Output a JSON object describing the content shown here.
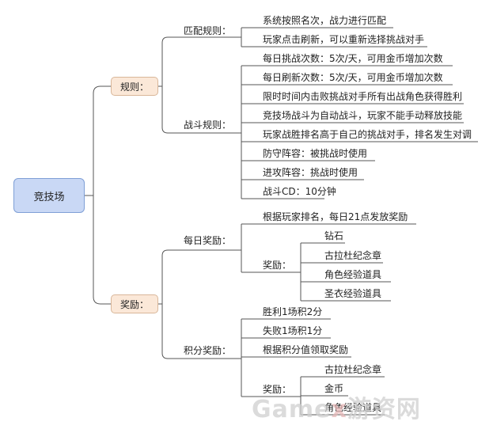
{
  "root": "竞技场",
  "rules": {
    "label": "规则：",
    "match": {
      "label": "匹配规则：",
      "items": [
        "系统按照名次，战力进行匹配",
        "玩家点击刷新，可以重新选择挑战对手"
      ]
    },
    "battle": {
      "label": "战斗规则：",
      "items": [
        "每日挑战次数：5次/天，可用金币增加次数",
        "每日刷新次数：5次/天，可用金币增加次数",
        "限时时间内击败挑战对手所有出战角色获得胜利",
        "竞技场战斗为自动战斗，玩家不能手动释放技能",
        "玩家战胜排名高于自己的挑战对手，排名发生对调",
        "防守阵容：被挑战时使用",
        "进攻阵容：挑战时使用",
        "战斗CD：10分钟"
      ]
    }
  },
  "rewards": {
    "label": "奖励：",
    "daily": {
      "label": "每日奖励：",
      "note": "根据玩家排名，每日21点发放奖励",
      "reward_label": "奖励：",
      "items": [
        "钻石",
        "古拉杜纪念章",
        "角色经验道具",
        "圣衣经验道具"
      ]
    },
    "points": {
      "label": "积分奖励：",
      "items": [
        "胜利1场积2分",
        "失败1场积1分",
        "根据积分值领取奖励"
      ],
      "reward_label": "奖励：",
      "reward_items": [
        "古拉杜纪念章",
        "金币",
        "角色经验道具"
      ]
    }
  },
  "watermark": {
    "a": "Game",
    "b": "x",
    "c": "游资网"
  },
  "colors": {
    "root_fill": "#c9d8f5",
    "sub_fill": "#fbe8d8",
    "line": "#555555"
  }
}
